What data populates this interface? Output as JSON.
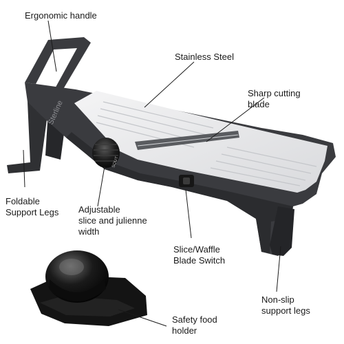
{
  "callouts": {
    "handle": "Ergonomic handle",
    "steel": "Stainless Steel",
    "blade": [
      "Sharp cutting",
      "blade"
    ],
    "legs": [
      "Foldable",
      "Support Legs"
    ],
    "adjust": [
      "Adjustable",
      "slice and julienne",
      "width"
    ],
    "switch": [
      "Slice/Waffle",
      "Blade Switch"
    ],
    "nonslip": [
      "Non-slip",
      "support legs"
    ],
    "holder": [
      "Safety food",
      "holder"
    ]
  },
  "product": {
    "brand_mark": "Sterline",
    "dial_mark": "SOUT",
    "colors": {
      "frame": "#3a3b3f",
      "frame_dark": "#26272a",
      "plate": "#e9eaec",
      "holder": "#141414"
    }
  }
}
